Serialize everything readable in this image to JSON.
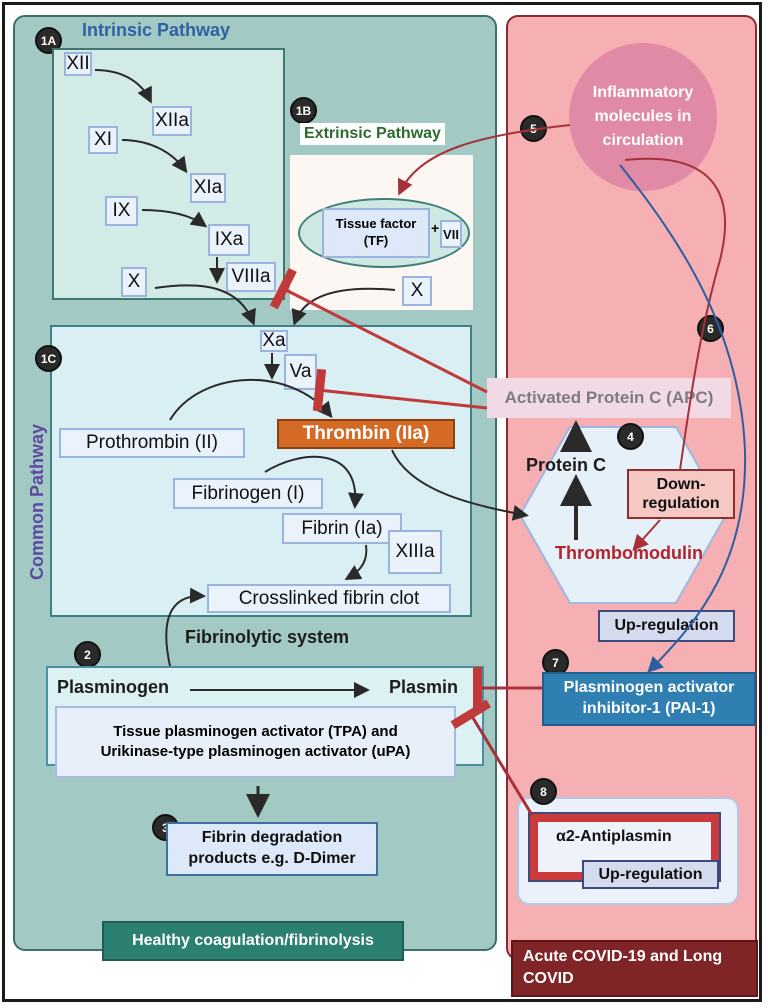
{
  "panels": {
    "healthy_label": "Healthy coagulation/fibrinolysis",
    "covid_label": "Acute COVID-19 and Long COVID"
  },
  "intrinsic": {
    "badge": "1A",
    "title": "Intrinsic Pathway",
    "factors": [
      "XII",
      "XIIa",
      "XI",
      "XIa",
      "IX",
      "IXa",
      "X",
      "VIIIa"
    ]
  },
  "extrinsic": {
    "badge": "1B",
    "title": "Extrinsic Pathway",
    "tissue_factor": "Tissue factor (TF)",
    "plus": "+",
    "vii": "VII",
    "x": "X"
  },
  "common": {
    "badge": "1C",
    "title": "Common Pathway",
    "xa": "Xa",
    "va": "Va",
    "prothrombin": "Prothrombin (II)",
    "thrombin": "Thrombin (IIa)",
    "fibrinogen": "Fibrinogen (I)",
    "fibrin": "Fibrin (Ia)",
    "xiiia": "XIIIa",
    "clot": "Crosslinked fibrin clot"
  },
  "fibrinolytic": {
    "title": "Fibrinolytic system",
    "badge": "2",
    "plasminogen": "Plasminogen",
    "plasmin": "Plasmin",
    "activators": "Tissue plasminogen activator (TPA) and Urikinase-type plasminogen activator (uPA)",
    "degradation_badge": "3",
    "degradation": "Fibrin degradation products e.g. D-Dimer"
  },
  "covid": {
    "inflammatory": "Inflammatory molecules in circulation",
    "badge5": "5",
    "badge6": "6",
    "apc": "Activated Protein C (APC)",
    "badge4": "4",
    "protein_c": "Protein C",
    "thrombomodulin": "Thrombomodulin",
    "downregulation": "Down-regulation",
    "upregulation_pai": "Up-regulation",
    "badge7": "7",
    "pai": "Plasminogen activator inhibitor-1 (PAI-1)",
    "badge8": "8",
    "antiplasmin": "α2-Antiplasmin",
    "upregulation_antiplasmin": "Up-regulation"
  },
  "colors": {
    "healthy_panel": "#a3c9c5",
    "covid_panel": "#f6afb2",
    "thrombin": "#d56a25",
    "pai": "#2f7fb3",
    "inhibition": "#c03a3a",
    "upregulation_line": "#2c5fa0",
    "thrombomodulin_text": "#b0242a"
  }
}
